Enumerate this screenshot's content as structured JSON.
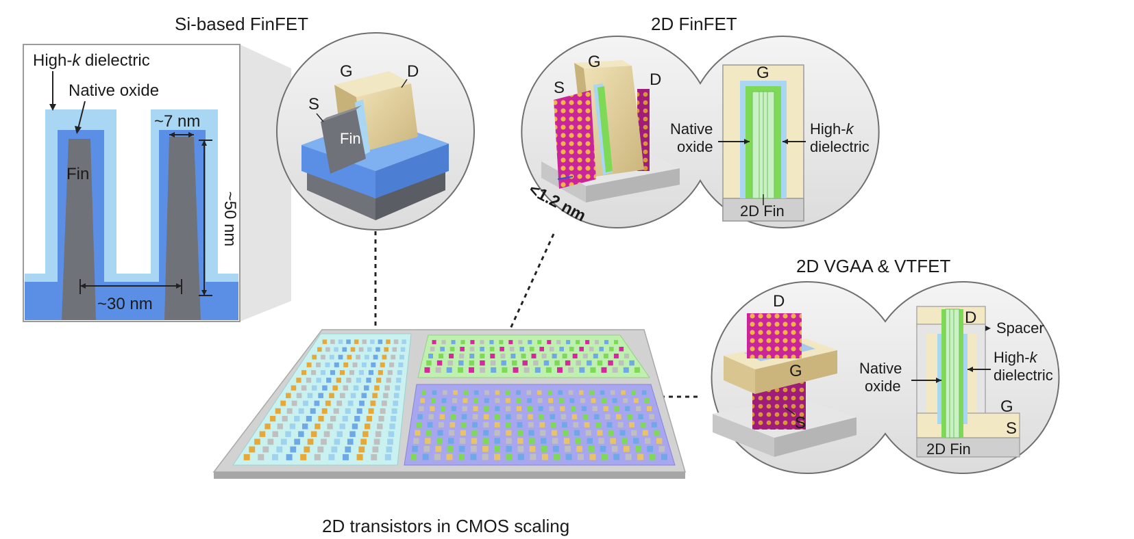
{
  "titles": {
    "si_finfet": "Si-based FinFET",
    "finfet_2d": "2D FinFET",
    "vgaa_vtfet": "2D VGAA & VTFET",
    "cmos": "2D transistors in CMOS scaling"
  },
  "si_cross_section": {
    "high_k_prefix": "High-",
    "high_k_k": "k",
    "high_k_suffix": " dielectric",
    "native_oxide": "Native oxide",
    "fin": "Fin",
    "dim_width": "~7 nm",
    "dim_height": "~50 nm",
    "dim_pitch": "~30 nm"
  },
  "si_3d": {
    "s": "S",
    "g": "G",
    "d": "D",
    "fin": "Fin"
  },
  "finfet2d_3d": {
    "s": "S",
    "g": "G",
    "d": "D",
    "thickness": "<1.2 nm"
  },
  "finfet2d_xs": {
    "g": "G",
    "native_oxide_1": "Native",
    "native_oxide_2": "oxide",
    "high_k_1_prefix": "High-",
    "high_k_1_k": "k",
    "high_k_2": "dielectric",
    "fin": "2D Fin"
  },
  "vgaa_3d": {
    "d": "D",
    "g": "G",
    "s": "S"
  },
  "vgaa_xs": {
    "d": "D",
    "spacer": "Spacer",
    "high_k_1_prefix": "High-",
    "high_k_1_k": "k",
    "high_k_2": "dielectric",
    "native_oxide_1": "Native",
    "native_oxide_2": "oxide",
    "g": "G",
    "s": "S",
    "fin": "2D Fin"
  },
  "colors": {
    "si_fin": "#6f7278",
    "native_oxide": "#5b8fe6",
    "high_k": "#a9d6f2",
    "gate": "#e9d9a8",
    "fin_2d": "#7ed957",
    "atoms_magenta": "#d6289e",
    "atoms_gold": "#e7a83a",
    "substrate": "#cfcfcf",
    "panel_green": "#bff0b0",
    "panel_purple": "#a9a6f0",
    "panel_cyan": "#c9f1ef"
  }
}
